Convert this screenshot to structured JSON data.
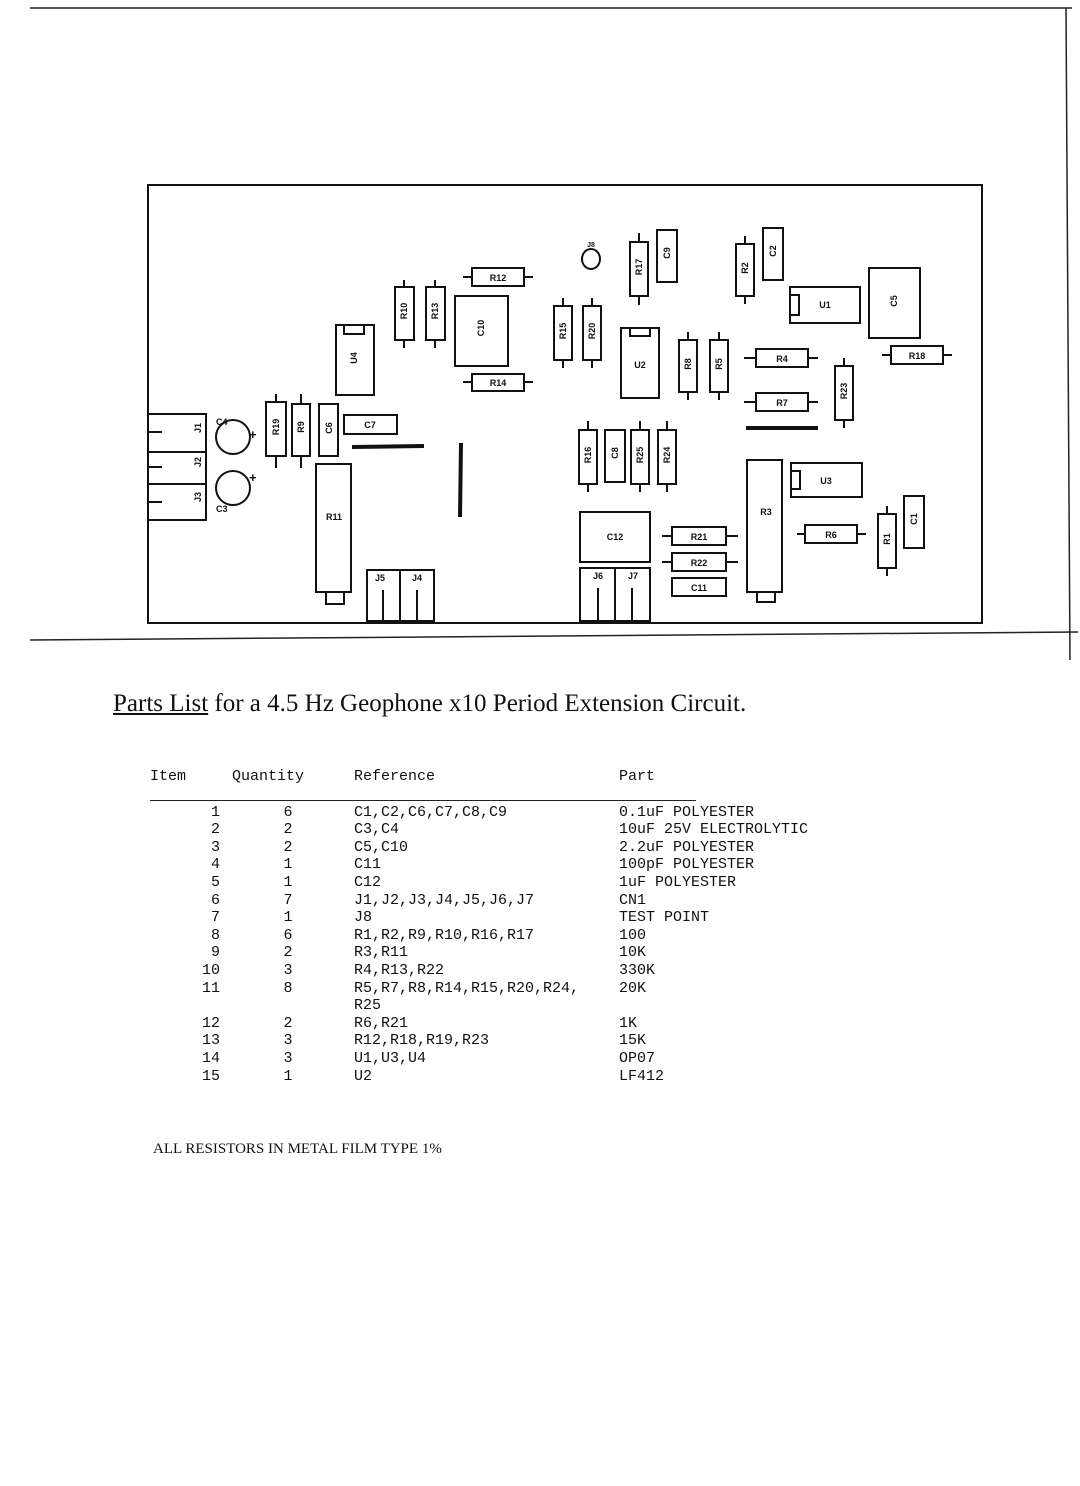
{
  "pcb": {
    "labels": [
      "J1",
      "J2",
      "J3",
      "C4",
      "C3",
      "R19",
      "R9",
      "C6",
      "C7",
      "R11",
      "U4",
      "R10",
      "R13",
      "C10",
      "R12",
      "R14",
      "J5",
      "J4",
      "J8",
      "R15",
      "R20",
      "R17",
      "C9",
      "U2",
      "R8",
      "R5",
      "R16",
      "C8",
      "R25",
      "R24",
      "C12",
      "R21",
      "R22",
      "C11",
      "J6",
      "J7",
      "R2",
      "C2",
      "U1",
      "C5",
      "R4",
      "R7",
      "R18",
      "R23",
      "U3",
      "R3",
      "R6",
      "R1",
      "C1"
    ],
    "plus_sign": "+"
  },
  "title": {
    "underlined": "Parts List",
    "rest": " for a 4.5 Hz Geophone x10 Period Extension Circuit."
  },
  "table": {
    "headers": [
      "Item",
      "Quantity",
      "Reference",
      "Part"
    ],
    "rows": [
      [
        "1",
        "6",
        "C1,C2,C6,C7,C8,C9",
        "0.1uF POLYESTER"
      ],
      [
        "2",
        "2",
        "C3,C4",
        "10uF 25V ELECTROLYTIC"
      ],
      [
        "3",
        "2",
        "C5,C10",
        "2.2uF POLYESTER"
      ],
      [
        "4",
        "1",
        "C11",
        "100pF POLYESTER"
      ],
      [
        "5",
        "1",
        "C12",
        "1uF POLYESTER"
      ],
      [
        "6",
        "7",
        "J1,J2,J3,J4,J5,J6,J7",
        "CN1"
      ],
      [
        "7",
        "1",
        "J8",
        "TEST POINT"
      ],
      [
        "8",
        "6",
        "R1,R2,R9,R10,R16,R17",
        "100"
      ],
      [
        "9",
        "2",
        "R3,R11",
        "10K"
      ],
      [
        "10",
        "3",
        "R4,R13,R22",
        "330K"
      ],
      [
        "11",
        "8",
        "R5,R7,R8,R14,R15,R20,R24,",
        "20K"
      ],
      [
        "",
        "",
        "R25",
        ""
      ],
      [
        "12",
        "2",
        "R6,R21",
        "1K"
      ],
      [
        "13",
        "3",
        "R12,R18,R19,R23",
        "15K"
      ],
      [
        "14",
        "3",
        "U1,U3,U4",
        "OP07"
      ],
      [
        "15",
        "1",
        "U2",
        "LF412"
      ]
    ]
  },
  "note": "ALL RESISTORS IN METAL FILM TYPE 1%"
}
